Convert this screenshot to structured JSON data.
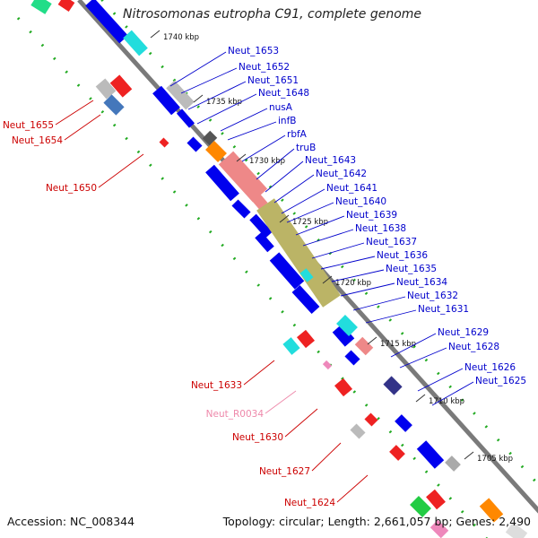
{
  "title": "Nitrosomonas eutropha C91, complete genome",
  "footer": {
    "accession": "Accession: NC_008344",
    "summary": "Topology: circular; Length: 2,661,057 bp; Genes: 2,490"
  },
  "colors": {
    "forward_label": "#0000cc",
    "reverse_label": "#cc0000",
    "rna_label": "#ee88aa",
    "backbone": "#7a7a7a",
    "dotted_guide": "#22aa22"
  },
  "ticks": [
    {
      "kbp": 1740,
      "label": "1740 kbp"
    },
    {
      "kbp": 1735,
      "label": "1735 kbp"
    },
    {
      "kbp": 1730,
      "label": "1730 kbp"
    },
    {
      "kbp": 1725,
      "label": "1725 kbp"
    },
    {
      "kbp": 1720,
      "label": "1720 kbp"
    },
    {
      "kbp": 1715,
      "label": "1715 kbp"
    },
    {
      "kbp": 1710,
      "label": "1710 kbp"
    },
    {
      "kbp": 1705,
      "label": "1705 kbp"
    }
  ],
  "forward_labels": [
    "Neut_1653",
    "Neut_1652",
    "Neut_1651",
    "Neut_1648",
    "nusA",
    "infB",
    "rbfA",
    "truB",
    "Neut_1643",
    "Neut_1642",
    "Neut_1641",
    "Neut_1640",
    "Neut_1639",
    "Neut_1638",
    "Neut_1637",
    "Neut_1636",
    "Neut_1635",
    "Neut_1634",
    "Neut_1632",
    "Neut_1631",
    "Neut_1629",
    "Neut_1628",
    "Neut_1626",
    "Neut_1625"
  ],
  "reverse_labels": [
    "Neut_1655",
    "Neut_1654",
    "Neut_1650",
    "Neut_1633",
    "Neut_R0034",
    "Neut_1630",
    "Neut_1627",
    "Neut_1624"
  ]
}
